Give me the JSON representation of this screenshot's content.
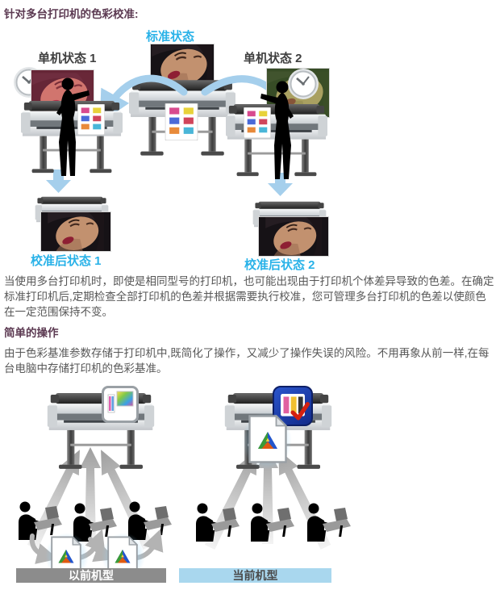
{
  "document": {
    "heading_multi_printer": "针对多台打印机的色彩校准:",
    "paragraph_multi_printer": "当使用多台打印机时，即使是相同型号的打印机，也可能出现由于打印机个体差异导致的色差。在确定标准打印机后,定期检查全部打印机的色差并根据需要执行校准，您可管理多台打印机的色差以使颜色在一定范围保持不变。",
    "heading_simple_operation": "简单的操作",
    "paragraph_simple_operation": "由于色彩基准参数存储于打印机中,既简化了操作，又减少了操作失误的风险。不用再象从前一样,在每台电脑中存储打印机的色彩基准。"
  },
  "calibration_diagram": {
    "standard_state_label": "标准状态",
    "unit_state_1_label": "单机状态 1",
    "unit_state_2_label": "单机状态 2",
    "calibrated_state_1_label": "校准后状态 1",
    "calibrated_state_2_label": "校准后状态 2"
  },
  "model_diagram": {
    "previous_model_label": "以前机型",
    "current_model_label": "当前机型"
  },
  "colors": {
    "accent_cyan": "#29b2e8",
    "heading_maroon": "#5c3a52",
    "arrow_blue": "#a5cfec",
    "fan_arrow_gray": "#b0b0b0",
    "bar_gray": "#8c8c8c",
    "bar_blue": "#a9d7ee",
    "body_text": "#575757"
  }
}
